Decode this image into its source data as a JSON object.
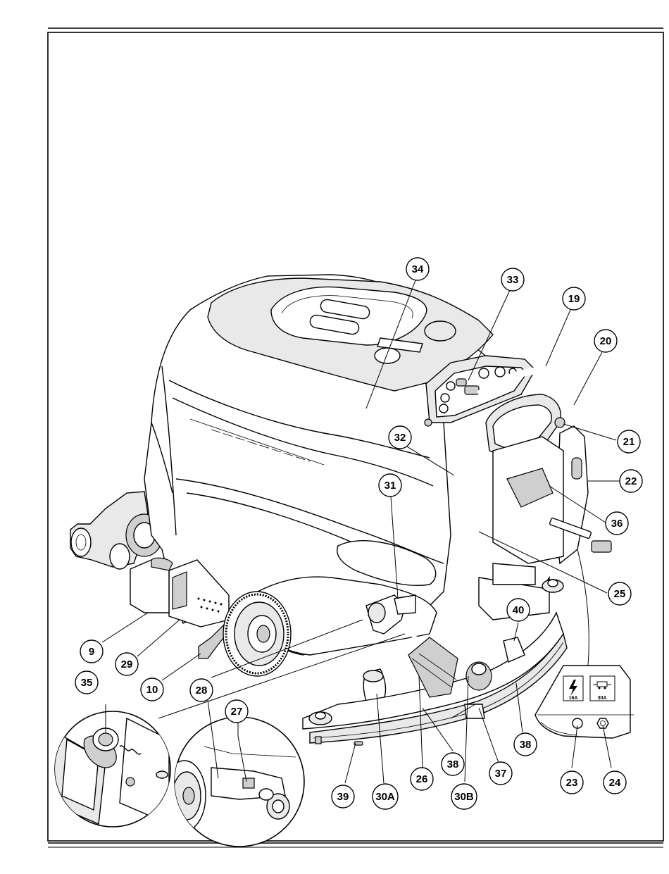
{
  "callouts": [
    {
      "id": "c34",
      "label": "34"
    },
    {
      "id": "c33",
      "label": "33"
    },
    {
      "id": "c19",
      "label": "19"
    },
    {
      "id": "c20",
      "label": "20"
    },
    {
      "id": "c32",
      "label": "32"
    },
    {
      "id": "c21",
      "label": "21"
    },
    {
      "id": "c31",
      "label": "31"
    },
    {
      "id": "c22",
      "label": "22"
    },
    {
      "id": "c36",
      "label": "36"
    },
    {
      "id": "c25",
      "label": "25"
    },
    {
      "id": "c40",
      "label": "40"
    },
    {
      "id": "c9",
      "label": "9"
    },
    {
      "id": "c29",
      "label": "29"
    },
    {
      "id": "c10",
      "label": "10"
    },
    {
      "id": "c35",
      "label": "35"
    },
    {
      "id": "c28",
      "label": "28"
    },
    {
      "id": "c27",
      "label": "27"
    },
    {
      "id": "c38a",
      "label": "38"
    },
    {
      "id": "c38b",
      "label": "38"
    },
    {
      "id": "c26",
      "label": "26"
    },
    {
      "id": "c37",
      "label": "37"
    },
    {
      "id": "c23",
      "label": "23"
    },
    {
      "id": "c24",
      "label": "24"
    },
    {
      "id": "c39",
      "label": "39"
    },
    {
      "id": "c30A",
      "label": "30A"
    },
    {
      "id": "c30B",
      "label": "30B"
    }
  ],
  "panel_spec": {
    "left_rating": "16A",
    "right_rating": "30A",
    "icons": [
      "lightning-icon",
      "vehicle-plug-icon"
    ]
  }
}
